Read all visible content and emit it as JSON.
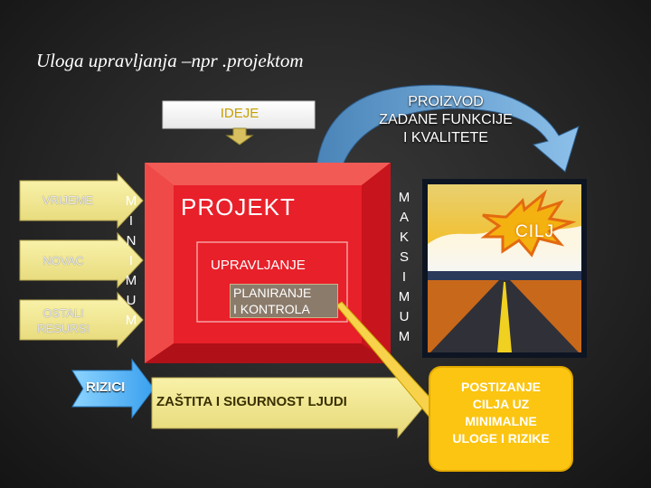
{
  "title": "Uloga upravljanja –npr .projektom",
  "ideje": "IDEJE",
  "proizvod_lines": [
    "PROIZVOD",
    "ZADANE FUNKCIJE",
    "I KVALITETE"
  ],
  "inputs": {
    "vrijeme": "VRIJEME",
    "novac": "NOVAC",
    "ostali_lines": [
      "OSTALI",
      "RESURSI"
    ]
  },
  "minimum_letters": [
    "M",
    "I",
    "N",
    "I",
    "M",
    "U",
    "M"
  ],
  "maksimum_letters": [
    "M",
    "A",
    "K",
    "S",
    "I",
    "M",
    "U",
    "M"
  ],
  "projekt": "PROJEKT",
  "upravljanje": "UPRAVLJANJE",
  "planiranje_lines": [
    "PLANIRANJE",
    "I KONTROLA"
  ],
  "cilj": "CILJ",
  "rizici": "RIZICI",
  "zastita": "ZAŠTITA I SIGURNOST LJUDI",
  "postizanje_lines": [
    "POSTIZANJE",
    "CILJA UZ",
    "MINIMALNE",
    "ULOGE I RIZIKE"
  ],
  "colors": {
    "project_red": "#e8202a",
    "arrow_yellow": "#f5e98a",
    "callout_orange": "#fbc511",
    "ideje_blue": "#5aa0e0",
    "rizici_blue": "#5ab0f0"
  }
}
